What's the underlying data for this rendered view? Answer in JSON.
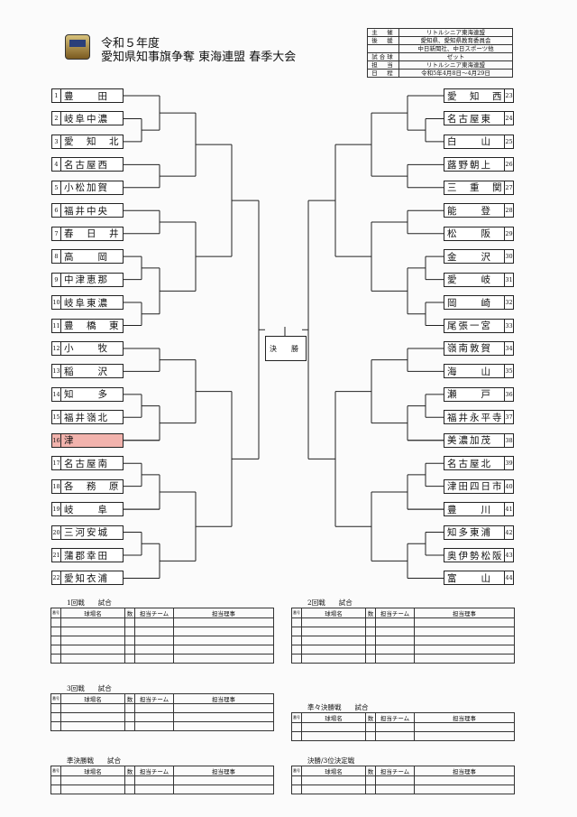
{
  "header": {
    "title_line1": "令和５年度",
    "title_line2": "愛知県知事旗争奪 東海連盟 春季大会"
  },
  "info": [
    {
      "key": "主　催",
      "value": "リトルシニア東海連盟"
    },
    {
      "key": "後　援",
      "value": "愛知県、愛知県教育委員会"
    },
    {
      "key": "",
      "value": "中日新聞社、中日スポーツ他"
    },
    {
      "key": "試合球",
      "value": "ゼット"
    },
    {
      "key": "担　当",
      "value": "リトルシニア東海連盟"
    },
    {
      "key": "日　程",
      "value": "令和5年4月8日～4月29日"
    }
  ],
  "left_teams": [
    {
      "num": "1",
      "name": "豊　　田"
    },
    {
      "num": "2",
      "name": "岐阜中濃"
    },
    {
      "num": "3",
      "name": "愛　知　北"
    },
    {
      "num": "4",
      "name": "名古屋西"
    },
    {
      "num": "5",
      "name": "小松加賀"
    },
    {
      "num": "6",
      "name": "福井中央"
    },
    {
      "num": "7",
      "name": "春　日　井"
    },
    {
      "num": "8",
      "name": "高　　岡"
    },
    {
      "num": "9",
      "name": "中津恵那"
    },
    {
      "num": "10",
      "name": "岐阜東濃"
    },
    {
      "num": "11",
      "name": "豊　橋　東"
    },
    {
      "num": "12",
      "name": "小　　牧"
    },
    {
      "num": "13",
      "name": "稲　　沢"
    },
    {
      "num": "14",
      "name": "知　　多"
    },
    {
      "num": "15",
      "name": "福井嶺北"
    },
    {
      "num": "16",
      "name": "津"
    },
    {
      "num": "17",
      "name": "名古屋南"
    },
    {
      "num": "18",
      "name": "各　務　原"
    },
    {
      "num": "19",
      "name": "岐　　阜"
    },
    {
      "num": "20",
      "name": "三河安城"
    },
    {
      "num": "21",
      "name": "蒲郡幸田"
    },
    {
      "num": "22",
      "name": "愛知衣浦"
    }
  ],
  "right_teams": [
    {
      "num": "23",
      "name": "愛　知　西"
    },
    {
      "num": "24",
      "name": "名古屋東"
    },
    {
      "num": "25",
      "name": "白　　山"
    },
    {
      "num": "26",
      "name": "蕗野朝上"
    },
    {
      "num": "27",
      "name": "三　重　関"
    },
    {
      "num": "28",
      "name": "能　　登"
    },
    {
      "num": "29",
      "name": "松　　阪"
    },
    {
      "num": "30",
      "name": "金　　沢"
    },
    {
      "num": "31",
      "name": "愛　　岐"
    },
    {
      "num": "32",
      "name": "岡　　崎"
    },
    {
      "num": "33",
      "name": "尾張一宮"
    },
    {
      "num": "34",
      "name": "嶺南敦賀"
    },
    {
      "num": "35",
      "name": "海　　山"
    },
    {
      "num": "36",
      "name": "瀬　　戸"
    },
    {
      "num": "37",
      "name": "福井永平寺"
    },
    {
      "num": "38",
      "name": "美濃加茂"
    },
    {
      "num": "39",
      "name": "名古屋北"
    },
    {
      "num": "40",
      "name": "津田四日市"
    },
    {
      "num": "41",
      "name": "豊　　川"
    },
    {
      "num": "42",
      "name": "知多東浦"
    },
    {
      "num": "43",
      "name": "奥伊勢松阪"
    },
    {
      "num": "44",
      "name": "富　　山"
    }
  ],
  "final_label": "決　勝",
  "schedule_headers": [
    "球場名",
    "数",
    "担当チーム",
    "担当理事"
  ],
  "schedule_num_header": "番号",
  "schedule": [
    {
      "title": "1回戦　　試合"
    },
    {
      "title": "2回戦　　試合"
    },
    {
      "title": "3回戦　　試合"
    },
    {
      "title": "準々決勝戦　　試合"
    },
    {
      "title": "準決勝戦　　試合"
    },
    {
      "title": "決勝/3位決定戦"
    }
  ]
}
